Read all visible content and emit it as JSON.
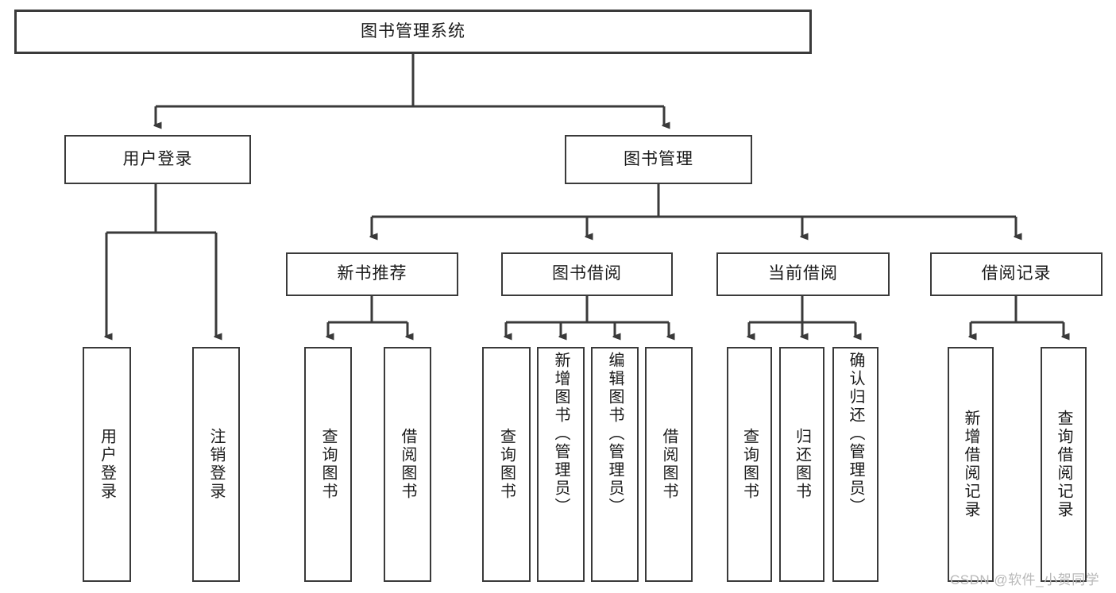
{
  "diagram": {
    "type": "tree-hierarchy-chart",
    "title": "图书管理系统",
    "root": {
      "label": "图书管理系统"
    },
    "level2": [
      {
        "label": "用户登录"
      },
      {
        "label": "图书管理"
      }
    ],
    "level3": [
      {
        "label": "新书推荐"
      },
      {
        "label": "图书借阅"
      },
      {
        "label": "当前借阅"
      },
      {
        "label": "借阅记录"
      }
    ],
    "leaves": {
      "user_login": [
        {
          "label": "用户登录"
        },
        {
          "label": "注销登录"
        }
      ],
      "new_book_recommend": [
        {
          "label": "查询图书"
        },
        {
          "label": "借阅图书"
        }
      ],
      "book_borrow": [
        {
          "label": "查询图书"
        },
        {
          "label": "新增图书（管理员）"
        },
        {
          "label": "编辑图书（管理员）"
        },
        {
          "label": "借阅图书"
        }
      ],
      "current_borrow": [
        {
          "label": "查询图书"
        },
        {
          "label": "归还图书"
        },
        {
          "label": "确认归还（管理员）"
        }
      ],
      "borrow_record": [
        {
          "label": "新增借阅记录"
        },
        {
          "label": "查询借阅记录"
        }
      ]
    }
  },
  "watermark": {
    "text": "CSDN @软件_小贺同学"
  },
  "colors": {
    "stroke": "#3a3a3a",
    "background": "#ffffff",
    "text": "#1b1b1b",
    "watermark": "#b9b9b9"
  }
}
